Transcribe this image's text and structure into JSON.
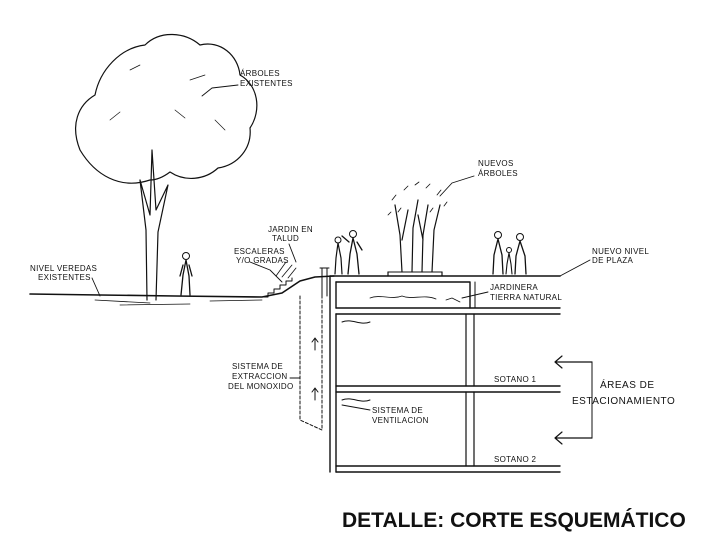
{
  "title": "DETALLE: CORTE ESQUEMÁTICO",
  "labels": {
    "arboles_existentes": [
      "ÁRBOLES",
      "EXISTENTES"
    ],
    "nuevos_arboles": [
      "NUEVOS",
      "ÁRBOLES"
    ],
    "jardin_talud": [
      "JARDIN EN",
      "TALUD"
    ],
    "escaleras": [
      "ESCALERAS",
      "Y/O GRADAS"
    ],
    "nivel_veredas": [
      "NIVEL VEREDAS",
      "EXISTENTES"
    ],
    "nuevo_nivel": [
      "NUEVO NIVEL",
      "DE PLAZA"
    ],
    "jardinera": [
      "JARDINERA",
      "TIERRA NATURAL"
    ],
    "sistema_extraccion": [
      "SISTEMA DE",
      "EXTRACCION",
      "DEL MONOXIDO"
    ],
    "sistema_ventilacion": [
      "SISTEMA DE",
      "VENTILACION"
    ],
    "sotano1": "SOTANO 1",
    "sotano2": "SOTANO 2",
    "areas": [
      "ÁREAS DE",
      "ESTACIONAMIENTO"
    ]
  }
}
